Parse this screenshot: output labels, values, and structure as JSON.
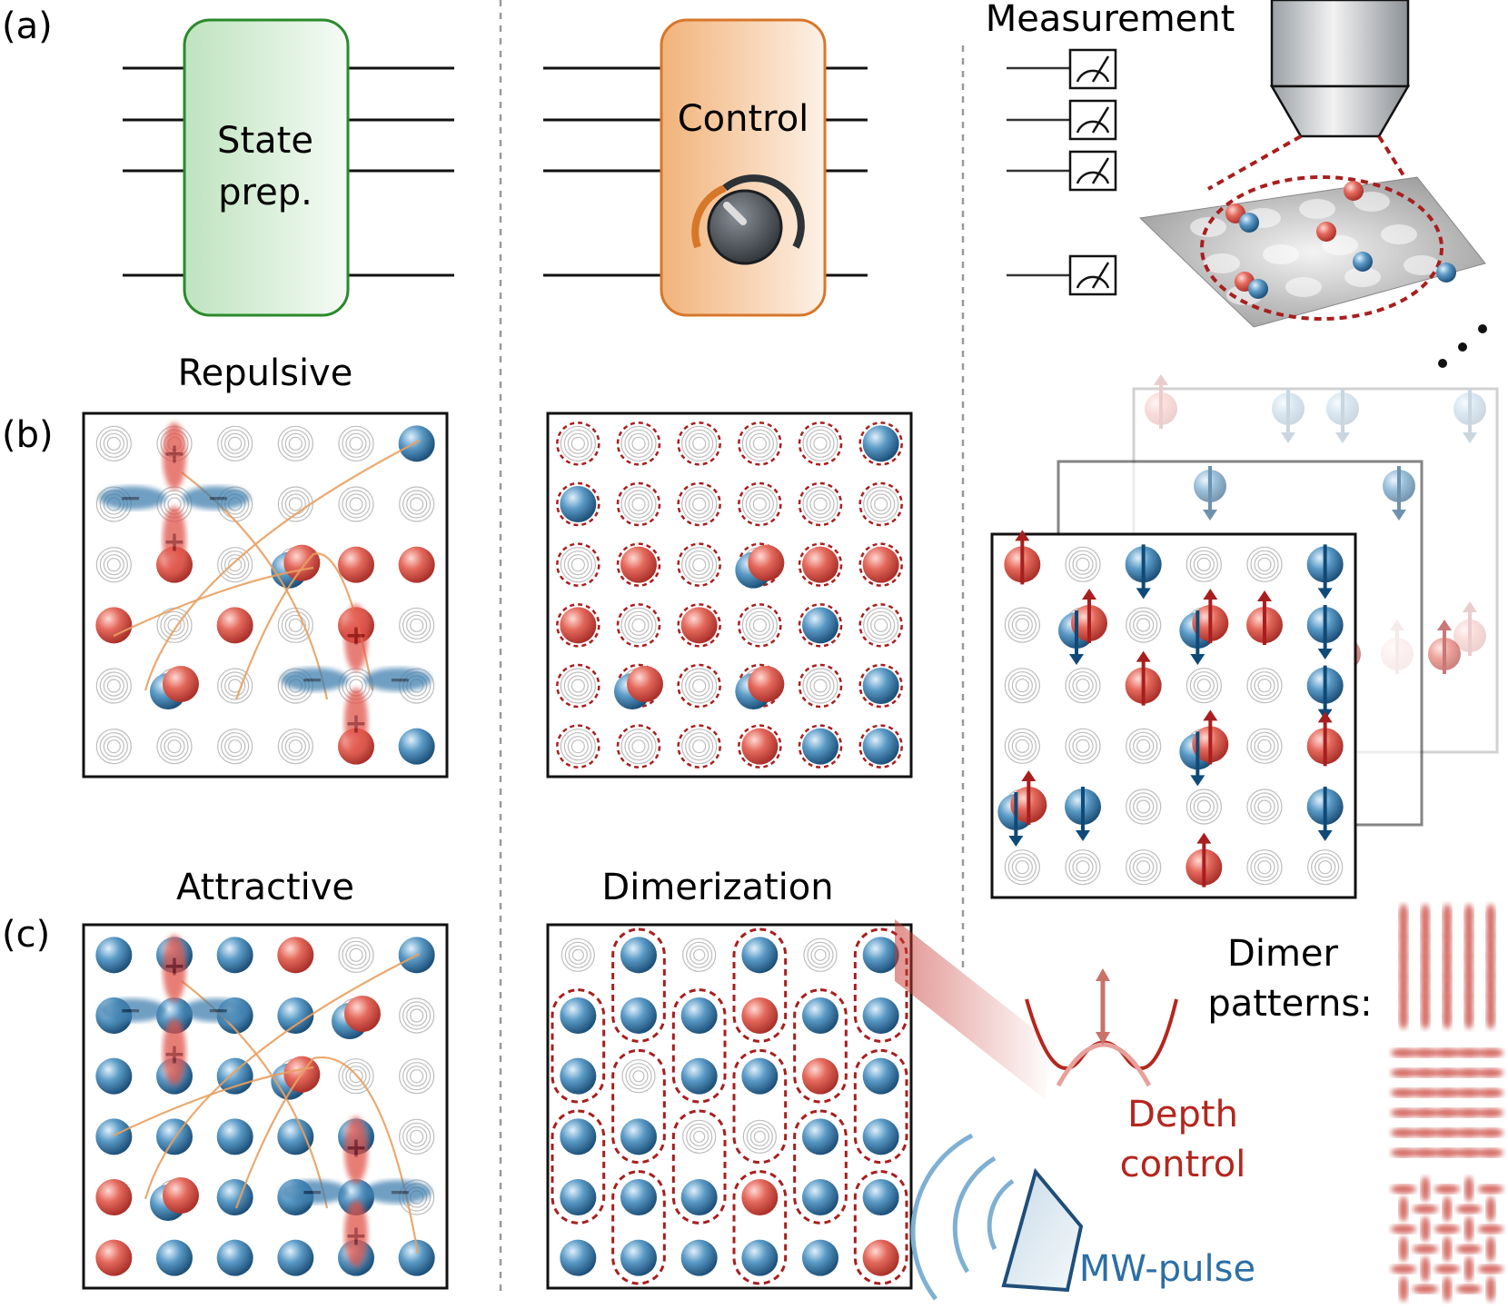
{
  "labels": {
    "panel_a": "(a)",
    "panel_b": "(b)",
    "panel_c": "(c)",
    "state_prep_line1": "State",
    "state_prep_line2": "prep.",
    "control": "Control",
    "measurement": "Measurement",
    "repulsive": "Repulsive",
    "attractive": "Attractive",
    "dimerization": "Dimerization",
    "depth_control_line1": "Depth",
    "depth_control_line2": "control",
    "mw_pulse": "MW-pulse",
    "dimer_patterns_line1": "Dimer",
    "dimer_patterns_line2": "patterns:",
    "plus": "+",
    "minus": "−"
  },
  "colors": {
    "red_atom": "#d9534a",
    "blue_atom": "#3f7fae",
    "dashed_red": "#a81e1e",
    "green_box": "#2a8a2a",
    "orange_box": "#d7772a",
    "orange_line": "#e8a060",
    "dark_red_text": "#b5261e",
    "mw_blue": "#2b6fa6"
  },
  "lattices": {
    "repulsive": {
      "grid": [
        [
          "e",
          "e",
          "e",
          "e",
          "e",
          "b"
        ],
        [
          "e",
          "e",
          "e",
          "e",
          "e",
          "e"
        ],
        [
          "e",
          "r",
          "e",
          "br",
          "r",
          "r"
        ],
        [
          "r",
          "e",
          "r",
          "e",
          "r",
          "e"
        ],
        [
          "e",
          "br",
          "e",
          "e",
          "e",
          "e"
        ],
        [
          "e",
          "e",
          "e",
          "e",
          "r",
          "b"
        ]
      ]
    },
    "control": {
      "grid": [
        [
          "e",
          "e",
          "e",
          "e",
          "e",
          "b"
        ],
        [
          "b",
          "e",
          "e",
          "e",
          "e",
          "e"
        ],
        [
          "e",
          "r",
          "e",
          "br",
          "r",
          "r"
        ],
        [
          "r",
          "e",
          "r",
          "e",
          "b",
          "e"
        ],
        [
          "e",
          "br",
          "e",
          "br",
          "e",
          "b"
        ],
        [
          "e",
          "e",
          "e",
          "r",
          "b",
          "b"
        ]
      ]
    },
    "attractive": {
      "grid": [
        [
          "b",
          "b",
          "b",
          "r",
          "e",
          "b"
        ],
        [
          "b",
          "b",
          "b",
          "b",
          "br",
          "e"
        ],
        [
          "b",
          "b",
          "b",
          "br",
          "e",
          "e"
        ],
        [
          "b",
          "b",
          "b",
          "b",
          "b",
          "e"
        ],
        [
          "r",
          "br",
          "b",
          "b",
          "b",
          "e"
        ],
        [
          "r",
          "b",
          "b",
          "b",
          "b",
          "b"
        ]
      ]
    },
    "snapshot_front": {
      "grid": [
        [
          "ru",
          "e",
          "bd",
          "e",
          "e",
          "bd"
        ],
        [
          "e",
          "bru",
          "e",
          "bru",
          "ru",
          "bd"
        ],
        [
          "e",
          "e",
          "ru",
          "e",
          "e",
          "bd"
        ],
        [
          "e",
          "e",
          "e",
          "bru",
          "e",
          "ru"
        ],
        [
          "bru",
          "bd",
          "e",
          "e",
          "e",
          "bd"
        ],
        [
          "e",
          "e",
          "e",
          "ru",
          "e",
          "e"
        ]
      ]
    }
  }
}
